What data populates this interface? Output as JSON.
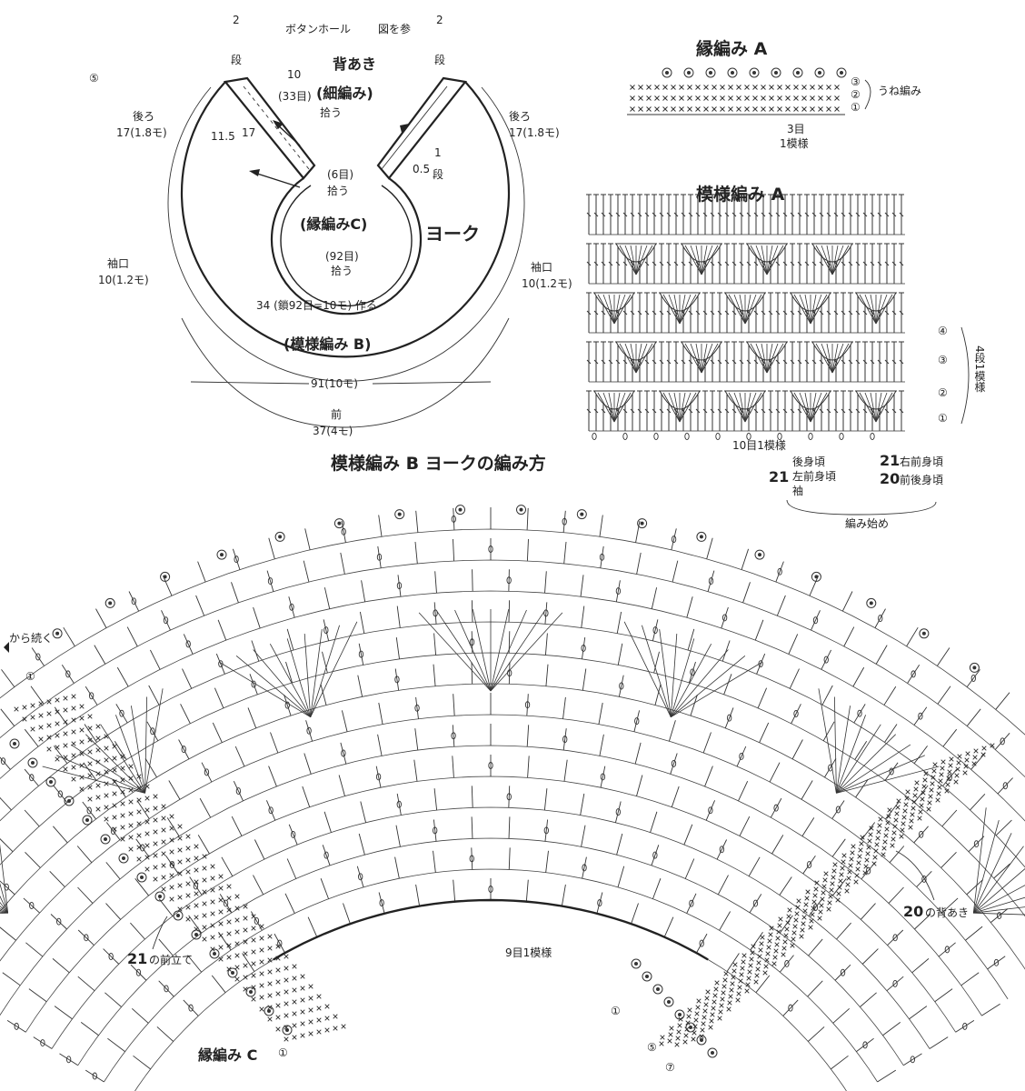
{
  "page_mark": "⑤",
  "yoke": {
    "buttonhole": "ボタンホール",
    "figure_ref": "図を参",
    "back_opening": "背あき",
    "back_stitch": "(細編み)",
    "left_top": {
      "num": "2",
      "unit": "段"
    },
    "right_top": {
      "num": "2",
      "unit": "段"
    },
    "band_width": "10",
    "band_rows": "(33目)",
    "pick_up": "拾う",
    "band_len": "11.5",
    "band_num": "17",
    "neck_gap": "0.5",
    "neck_row": "1",
    "neck_row_unit": "段",
    "six_st": "(6目)",
    "six_pick": "拾う",
    "edge_c": "(縁編みC)",
    "yoke_label": "ヨーク",
    "ninety_two": "(92目)",
    "ninety_two_pick": "拾う",
    "cast_on": "34 (鎖92目=10モ) 作る",
    "pattern_b": "(模様編み B)",
    "back_left": {
      "label": "後ろ",
      "value": "17(1.8モ)"
    },
    "back_right": {
      "label": "後ろ",
      "value": "17(1.8モ)"
    },
    "sleeve_left": {
      "label": "袖口",
      "value": "10(1.2モ)"
    },
    "sleeve_right": {
      "label": "袖口",
      "value": "10(1.2モ)"
    },
    "outer_circ": "91(10モ)",
    "front_label": "前",
    "front_value": "37(4モ)"
  },
  "edging_a": {
    "title": "縁編み A",
    "row_labels": [
      "③",
      "②",
      "①"
    ],
    "row_note": "うね編み",
    "repeat": "3目",
    "repeat_note": "1模様"
  },
  "pattern_a": {
    "title": "模様編み A",
    "row_marks": [
      "④",
      "③",
      "②",
      "①"
    ],
    "repeat_rows": "4段1模様",
    "repeat_st": "10目1模様",
    "right_21": "21",
    "right_21_text": "右前身頃",
    "right_20": "20",
    "right_20_text": "前後身頃",
    "left_21": "21",
    "left_lines": [
      "後身頃",
      "左前身頃",
      "袖"
    ],
    "start_note": "編み始め"
  },
  "pattern_b": {
    "title": "模様編み B  ヨークの編み方",
    "cont_from": "から続く",
    "circle_1_top": "①",
    "stitch_count": "9目1模様",
    "left_note_num": "21",
    "left_note_text": "の前立て",
    "right_note_num": "20",
    "right_note_text": "の背あき",
    "edge_c_label": "縁編み C",
    "edge_c_mark": "①",
    "bottom_marks": [
      "①",
      "⑤",
      "⑦"
    ]
  }
}
